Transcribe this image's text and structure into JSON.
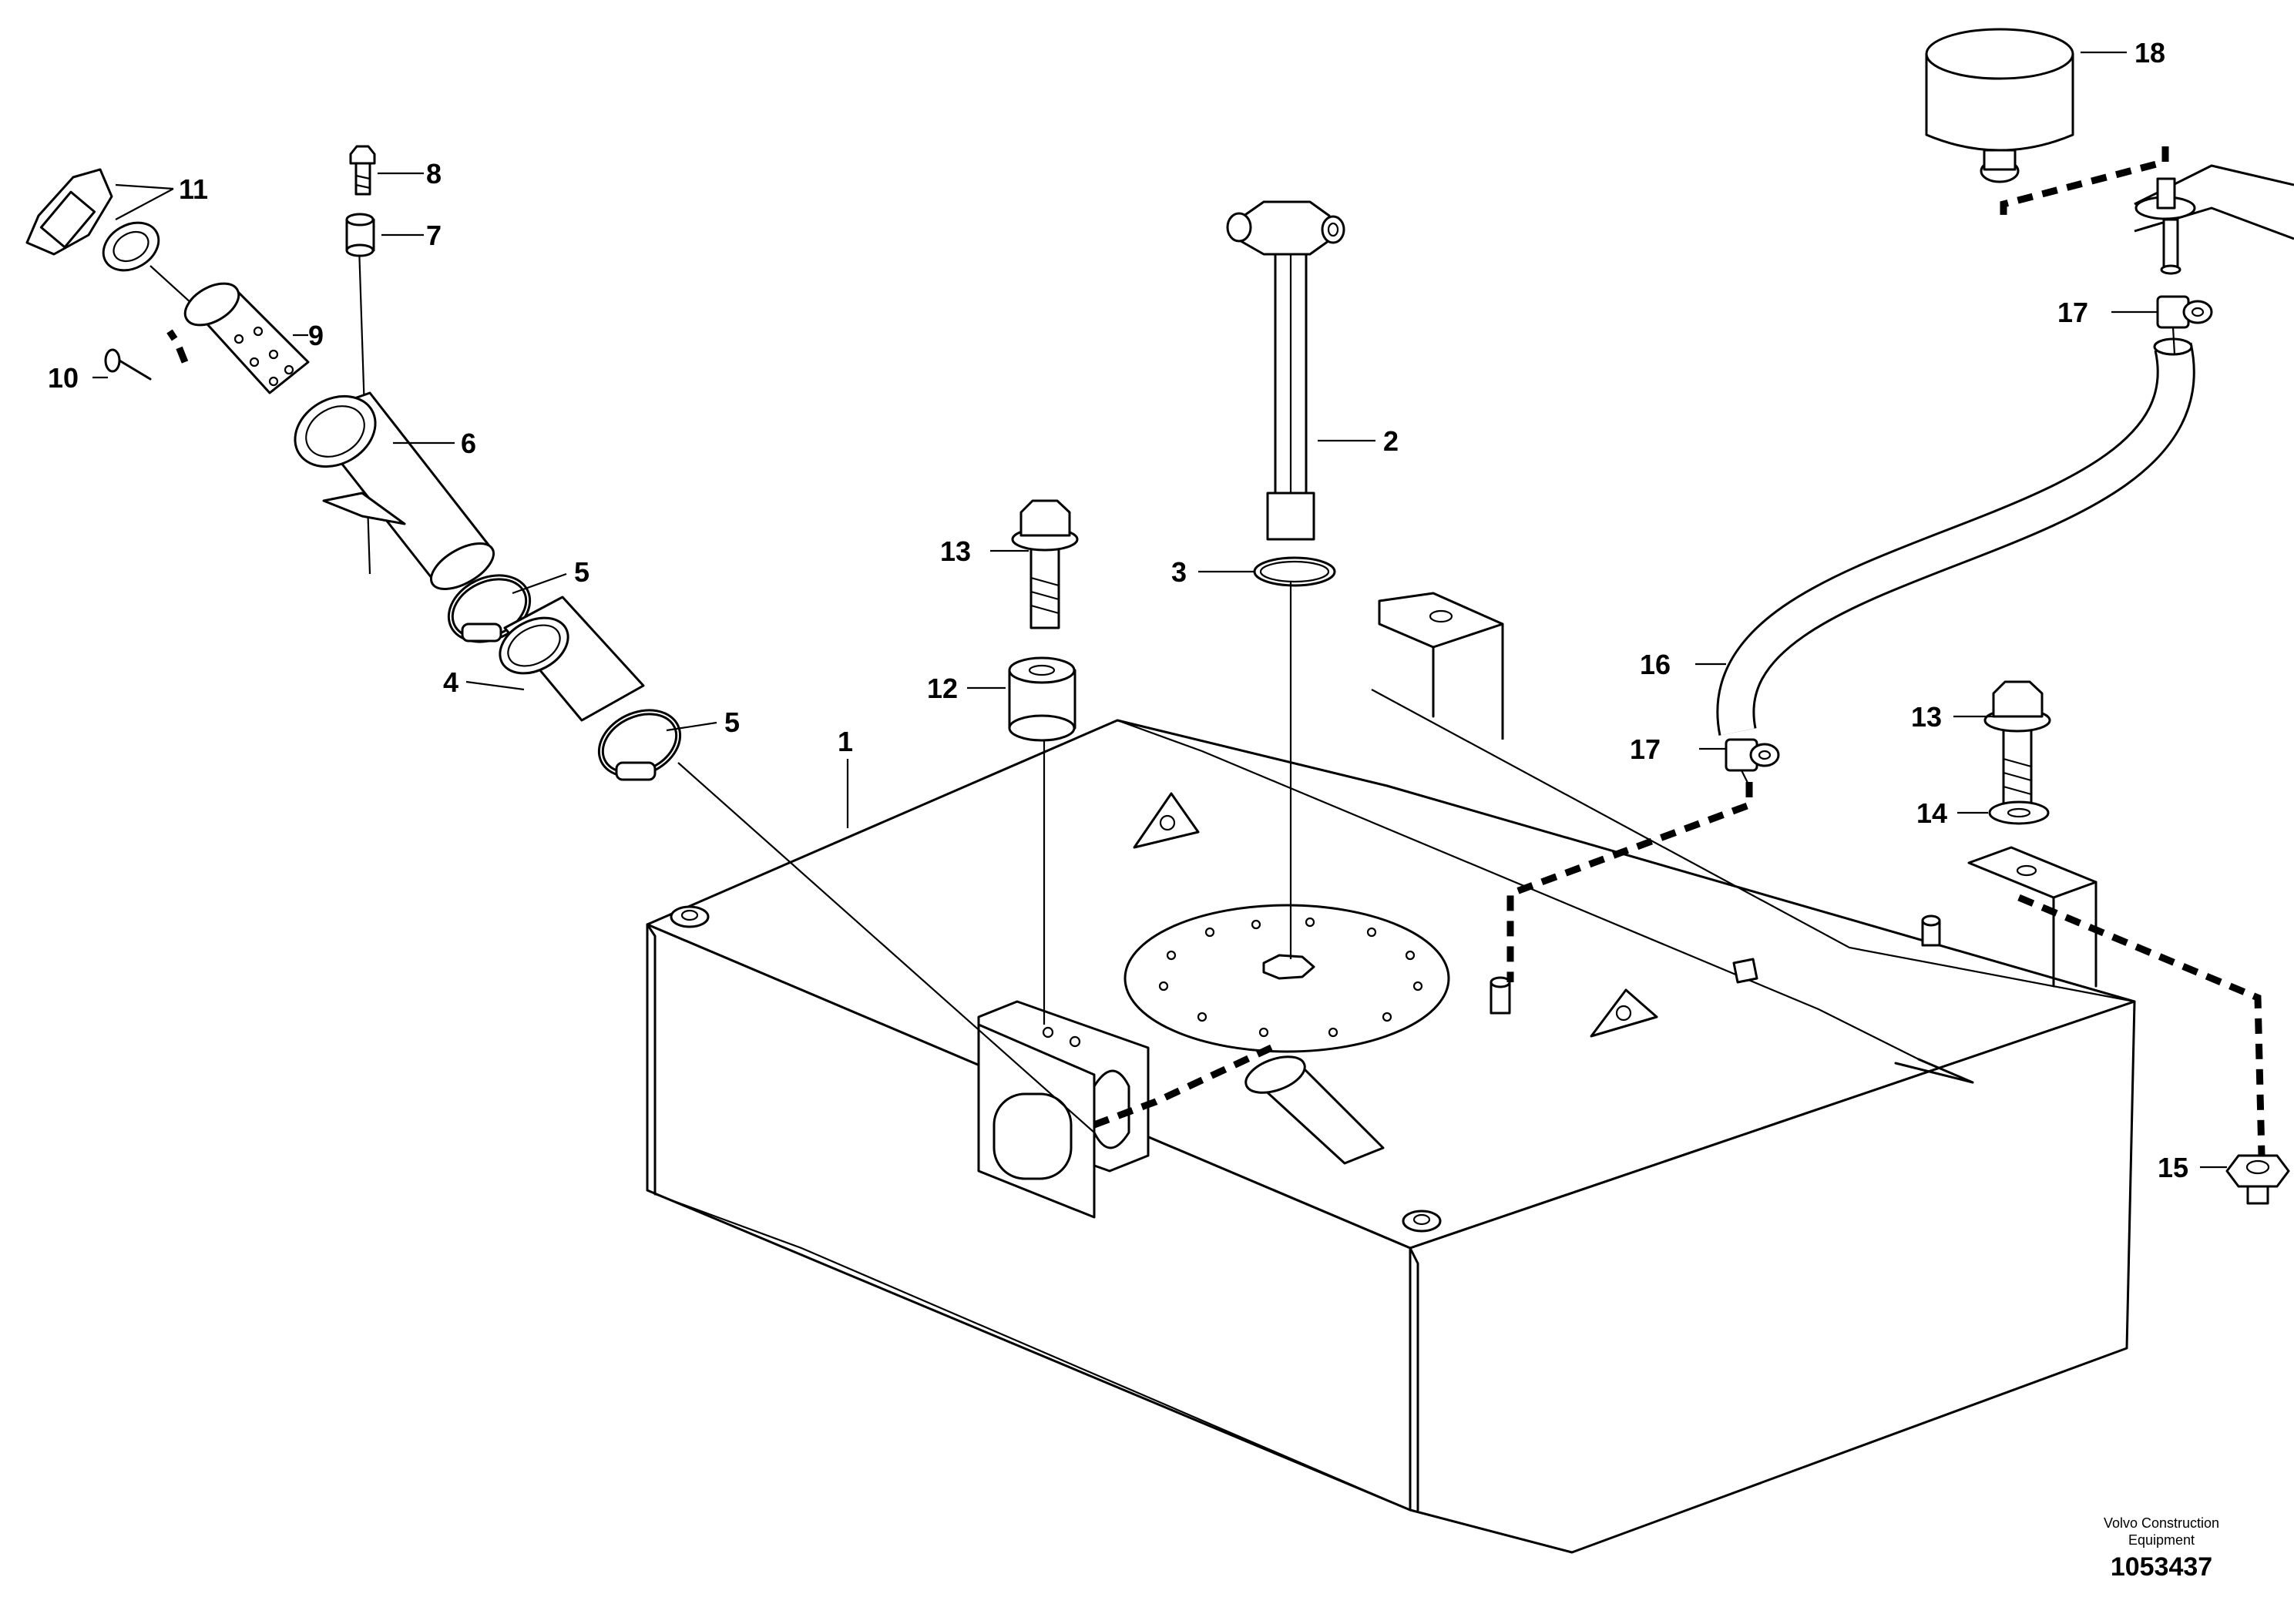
{
  "callouts": [
    {
      "n": "1"
    },
    {
      "n": "2"
    },
    {
      "n": "3"
    },
    {
      "n": "4"
    },
    {
      "n": "5"
    },
    {
      "n": "5"
    },
    {
      "n": "6"
    },
    {
      "n": "7"
    },
    {
      "n": "8"
    },
    {
      "n": "9"
    },
    {
      "n": "10"
    },
    {
      "n": "11"
    },
    {
      "n": "12"
    },
    {
      "n": "13"
    },
    {
      "n": "13"
    },
    {
      "n": "14"
    },
    {
      "n": "15"
    },
    {
      "n": "16"
    },
    {
      "n": "17"
    },
    {
      "n": "17"
    },
    {
      "n": "18"
    }
  ],
  "footer": {
    "credit_line1": "Volvo Construction",
    "credit_line2": "Equipment",
    "document_number": "1053437"
  },
  "icons": [
    "fuel-tank",
    "fuel-level-sensor",
    "o-ring",
    "hose",
    "hose-clamp",
    "filler-neck",
    "spacer",
    "bolt",
    "strainer",
    "screw",
    "filler-cap",
    "washer",
    "nut",
    "breather-hose",
    "hose-clip",
    "breather-filter"
  ]
}
